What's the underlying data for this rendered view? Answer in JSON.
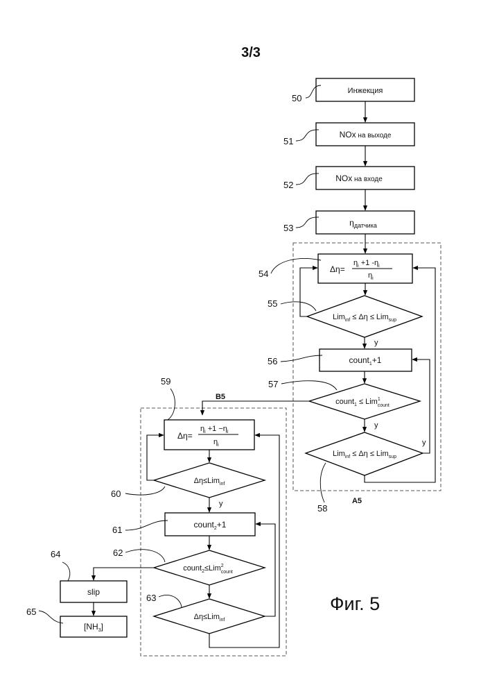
{
  "page_number": "3/3",
  "figure_caption": "Фиг. 5",
  "group_labels": {
    "a5": "A5",
    "b5": "B5"
  },
  "blocks": {
    "b50": {
      "ref": "50",
      "label": "Инжекция"
    },
    "b51": {
      "ref": "51",
      "label_main": "NOx",
      "label_rest": " на выходе"
    },
    "b52": {
      "ref": "52",
      "label_main": "NOx",
      "label_rest": " на входе"
    },
    "b53": {
      "ref": "53",
      "eta": "η",
      "sub": "датчика"
    },
    "b54": {
      "ref": "54",
      "lhs": "Δη=",
      "num": "η",
      "num_sub": "i",
      "num_rest": " +1 -η",
      "num_sub2": "i",
      "den": "η",
      "den_sub": "i"
    },
    "b55": {
      "ref": "55",
      "a": "Lim",
      "a_sub": "inf",
      "mid": " ≤ Δη ≤ Lim",
      "b_sub": "sup"
    },
    "b56": {
      "ref": "56",
      "a": "count",
      "a_sub": "1",
      "rest": "+1"
    },
    "b57": {
      "ref": "57",
      "a": "count",
      "a_sub": "1",
      "mid": " ≤ Lim",
      "sup": "1",
      "sub": "count"
    },
    "b58": {
      "ref": "58",
      "a": "Lim",
      "a_sub": "inf",
      "mid": " ≤ Δη ≤ Lim",
      "b_sub": "sup"
    },
    "b59": {
      "ref": "59",
      "lhs": "Δη=",
      "num": "η",
      "num_sub": "i",
      "num_rest": " +1 −η",
      "num_sub2": "i",
      "den": "η",
      "den_sub": "i"
    },
    "b60": {
      "ref": "60",
      "a": "Δη≤Lim",
      "a_sub": "inf"
    },
    "b61": {
      "ref": "61",
      "a": "count",
      "a_sub": "2",
      "rest": "+1"
    },
    "b62": {
      "ref": "62",
      "a": "count",
      "a_sub": "2",
      "mid": "≤Lim",
      "sup": "2",
      "sub": "count"
    },
    "b63": {
      "ref": "63",
      "a": "Δη≤Lim",
      "a_sub": "inf"
    },
    "b64": {
      "ref": "64",
      "label": "slip"
    },
    "b65": {
      "ref": "65",
      "pre": "[NH",
      "sub": "3",
      "post": "]"
    }
  },
  "branch_labels": {
    "y55": "y",
    "y57": "y",
    "y58": "y",
    "y60": "y"
  }
}
